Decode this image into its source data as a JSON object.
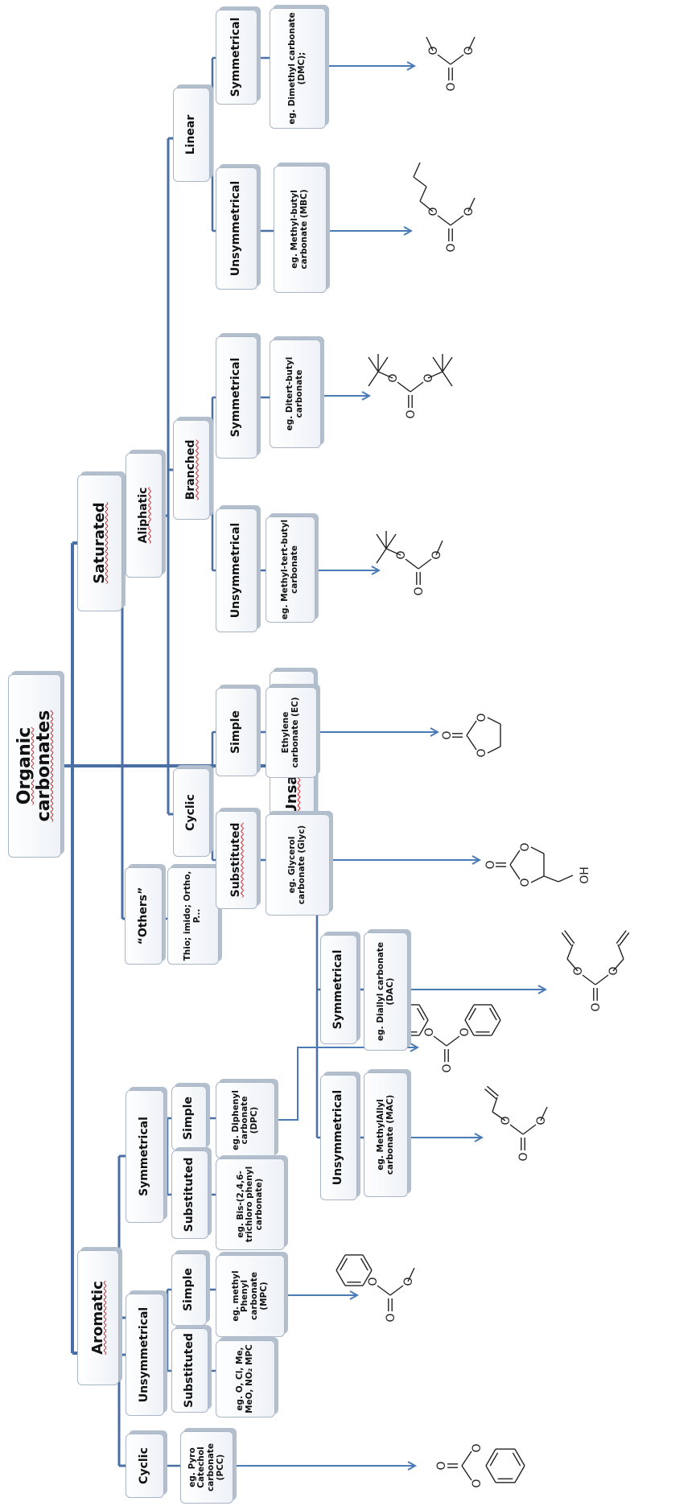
{
  "colors": {
    "tree_line": "#4a6fa5",
    "arrow": "#4a7bb7",
    "node_border": "#a9b6c8",
    "node_shadow": "#b3bfcd",
    "molecule": "#222222"
  },
  "nodes": {
    "root": "Organic carbonates",
    "saturated": "Saturated",
    "aromatic": "Aromatic",
    "unsaturated": "Unsaturated",
    "aliphatic": "Aliphatic",
    "others": "“Others”",
    "others_example": "Thio; imido; Ortho, P...",
    "linear": "Linear",
    "branched": "Branched",
    "cyclic_aliphatic": "Cyclic",
    "linear_symmetrical": "Symmetrical",
    "linear_unsymmetrical": "Unsymmetrical",
    "branched_symmetrical": "Symmetrical",
    "branched_unsymmetrical": "Unsymmetrical",
    "cyclic_simple": "Simple",
    "cyclic_substituted": "Substituted",
    "unsat_symmetrical": "Symmetrical",
    "unsat_unsymmetrical": "Unsymmetrical",
    "arom_symmetrical": "Symmetrical",
    "arom_unsymmetrical": "Unsymmetrical",
    "arom_cyclic": "Cyclic",
    "arom_sym_simple": "Simple",
    "arom_sym_substituted": "Substituted",
    "arom_unsym_simple": "Simple",
    "arom_unsym_substituted": "Substituted"
  },
  "examples": {
    "dmc": "eg. Dimethyl carbonate (DMC);",
    "mbc": "eg. Methyl-butyl carbonate (MBC)",
    "ditertbutyl": "eg. Ditert-butyl carbonate",
    "methyl_tertbutyl": "eg. Methyl-tert-butyl carbonate",
    "ec": "Ethylene carbonate (EC)",
    "glyc": "eg. Glycerol carbonate (Glyc)",
    "dac": "eg. Diallyl carbonate (DAC)",
    "mac": "eg. MethylAllyl carbonate (MAC)",
    "dpc": "eg. Diphenyl carbonate (DPC)",
    "bis_trichlorophenyl": "eg. Bis-(2,4,6-trichloro phenyl carbonate)",
    "mpc": "eg. methyl Phenyl carbonate (MPC)",
    "substituted_mpc": "eg. O, Cl, Me, MeO, NO₂ MPC",
    "pcc": "eg. Pyro Catechol carbonate (PCC)"
  },
  "molecule_labels": {
    "oxygen": "O",
    "hydroxyl": "OH"
  }
}
